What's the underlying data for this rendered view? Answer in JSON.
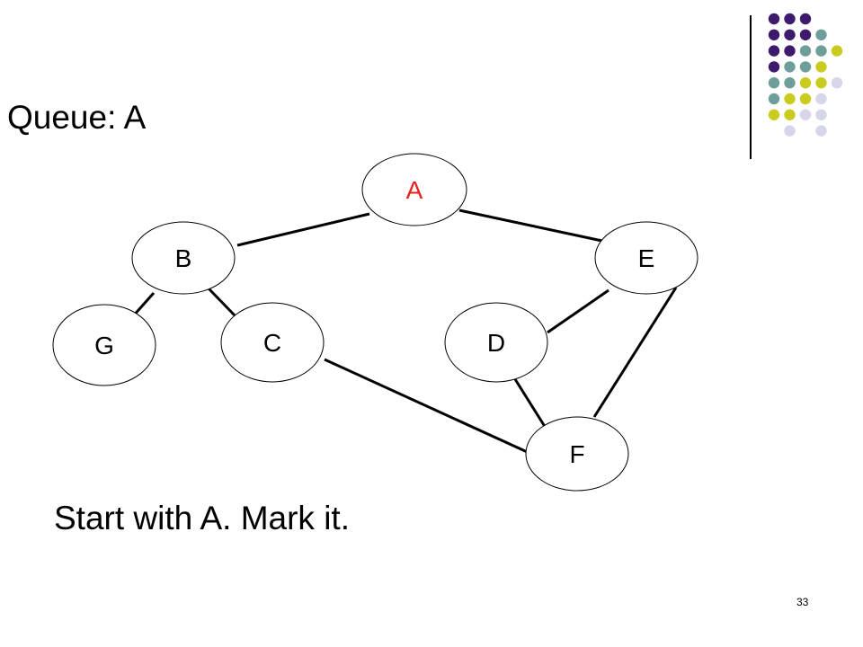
{
  "queue_label": "Queue: A",
  "caption": "Start with A. Mark it.",
  "page_number": "33",
  "colors": {
    "node_fill": "#ffffff",
    "node_stroke": "#000000",
    "edge": "#000000",
    "marked_label": "#e8231f",
    "label": "#000000",
    "dot_purple": "#3d1a6b",
    "dot_teal": "#6e9e9a",
    "dot_yellow": "#c9cc1e",
    "dot_lavender": "#d6d6ea"
  },
  "graph": {
    "nodes": [
      {
        "id": "A",
        "label": "A",
        "marked": true
      },
      {
        "id": "B",
        "label": "B",
        "marked": false
      },
      {
        "id": "E",
        "label": "E",
        "marked": false
      },
      {
        "id": "G",
        "label": "G",
        "marked": false
      },
      {
        "id": "C",
        "label": "C",
        "marked": false
      },
      {
        "id": "D",
        "label": "D",
        "marked": false
      },
      {
        "id": "F",
        "label": "F",
        "marked": false
      }
    ],
    "edges": [
      [
        "A",
        "B"
      ],
      [
        "A",
        "E"
      ],
      [
        "B",
        "G"
      ],
      [
        "B",
        "C"
      ],
      [
        "E",
        "D"
      ],
      [
        "E",
        "F"
      ],
      [
        "C",
        "F"
      ],
      [
        "D",
        "F"
      ]
    ]
  },
  "decoration": {
    "dot_pattern": [
      [
        "purple",
        "purple",
        "purple",
        null,
        null
      ],
      [
        "purple",
        "purple",
        "purple",
        "teal",
        null
      ],
      [
        "purple",
        "purple",
        "teal",
        "teal",
        "yellow"
      ],
      [
        "purple",
        "teal",
        "teal",
        "yellow",
        null
      ],
      [
        "teal",
        "teal",
        "yellow",
        "yellow",
        "lavender"
      ],
      [
        "teal",
        "yellow",
        "yellow",
        "lavender",
        null
      ],
      [
        "yellow",
        "yellow",
        "lavender",
        "lavender",
        null
      ],
      [
        null,
        "lavender",
        null,
        "lavender",
        null
      ]
    ]
  }
}
